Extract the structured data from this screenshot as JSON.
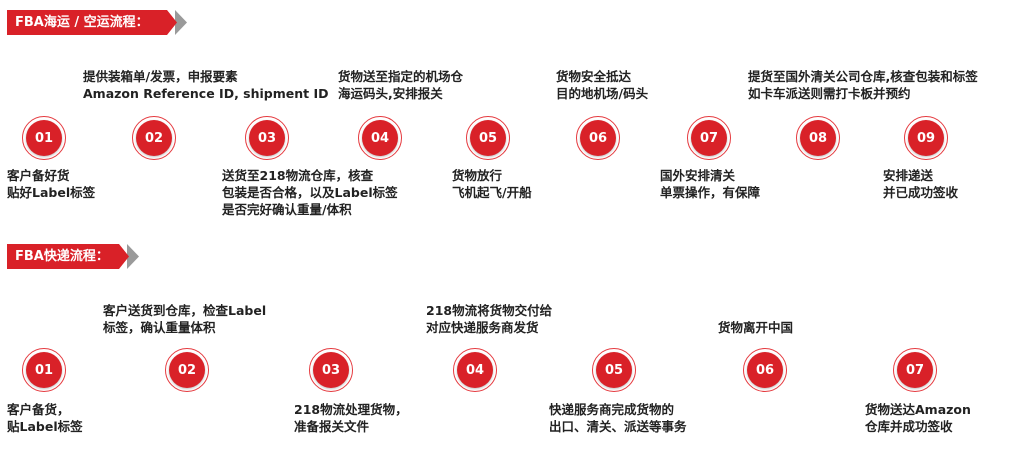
{
  "sea": {
    "title": "FBA海运 / 空运流程：",
    "steps": [
      {
        "num": "01",
        "top": [],
        "bottom": [
          "客户备好货",
          "贴好Label标签"
        ]
      },
      {
        "num": "02",
        "top": [
          "提供装箱单/发票，申报要素",
          "Amazon Reference ID, shipment ID"
        ],
        "bottom": []
      },
      {
        "num": "03",
        "top": [],
        "bottom": [
          "送货至218物流仓库，核查",
          "包装是否合格，以及Label标签",
          "是否完好确认重量/体积"
        ]
      },
      {
        "num": "04",
        "top": [
          "货物送至指定的机场仓",
          "海运码头,安排报关"
        ],
        "bottom": []
      },
      {
        "num": "05",
        "top": [],
        "bottom": [
          "货物放行",
          "飞机起飞/开船"
        ]
      },
      {
        "num": "06",
        "top": [
          "货物安全抵达",
          "目的地机场/码头"
        ],
        "bottom": []
      },
      {
        "num": "07",
        "top": [],
        "bottom": [
          "国外安排清关",
          "单票操作，有保障"
        ]
      },
      {
        "num": "08",
        "top": [
          "提货至国外清关公司仓库,核查包装和标签",
          "如卡车派送则需打卡板并预约"
        ],
        "bottom": []
      },
      {
        "num": "09",
        "top": [],
        "bottom": [
          "安排递送",
          "并已成功签收"
        ]
      }
    ]
  },
  "express": {
    "title": "FBA快递流程：",
    "steps": [
      {
        "num": "01",
        "top": [],
        "bottom": [
          "客户备货，",
          "贴Label标签"
        ]
      },
      {
        "num": "02",
        "top": [
          "客户送货到仓库，检查Label",
          "标签，确认重量体积"
        ],
        "bottom": []
      },
      {
        "num": "03",
        "top": [],
        "bottom": [
          "218物流处理货物，",
          "准备报关文件"
        ]
      },
      {
        "num": "04",
        "top": [
          "218物流将货物交付给",
          "对应快递服务商发货"
        ],
        "bottom": []
      },
      {
        "num": "05",
        "top": [],
        "bottom": [
          "快递服务商完成货物的",
          "出口、清关、派送等事务"
        ]
      },
      {
        "num": "06",
        "top": [
          "货物离开中国"
        ],
        "bottom": []
      },
      {
        "num": "07",
        "top": [],
        "bottom": [
          "货物送达Amazon",
          "仓库并成功签收"
        ]
      }
    ]
  },
  "colors": {
    "accent": "#d92128",
    "arrow_gray": "#9a9a9a"
  }
}
